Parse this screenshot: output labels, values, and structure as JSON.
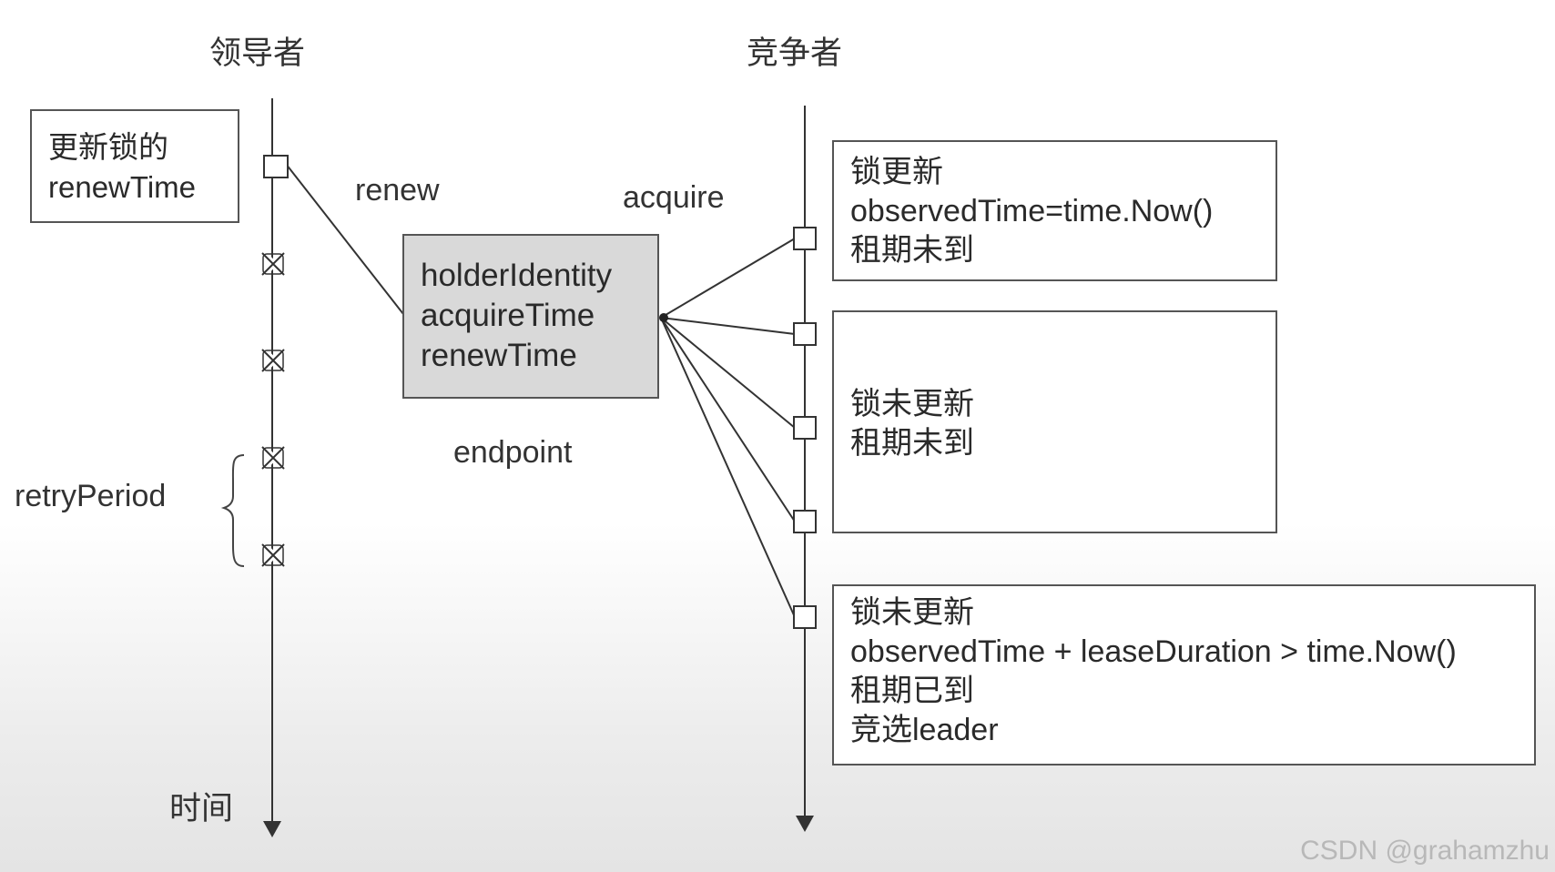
{
  "headers": {
    "leader": "领导者",
    "contender": "竞争者"
  },
  "leader_note": [
    "更新锁的",
    "renewTime"
  ],
  "edge_labels": {
    "renew": "renew",
    "acquire": "acquire",
    "endpoint": "endpoint"
  },
  "endpoint_fields": [
    "holderIdentity",
    "acquireTime",
    "renewTime"
  ],
  "retry_label": "retryPeriod",
  "time_label": "时间",
  "contender_notes": {
    "first": [
      "锁更新",
      "observedTime=time.Now()",
      "租期未到"
    ],
    "second": [
      "锁未更新",
      "租期未到"
    ],
    "third": [
      "锁未更新",
      "observedTime + leaseDuration > time.Now()",
      "租期已到",
      "竞选leader"
    ]
  },
  "watermark": "CSDN @grahamzhu"
}
